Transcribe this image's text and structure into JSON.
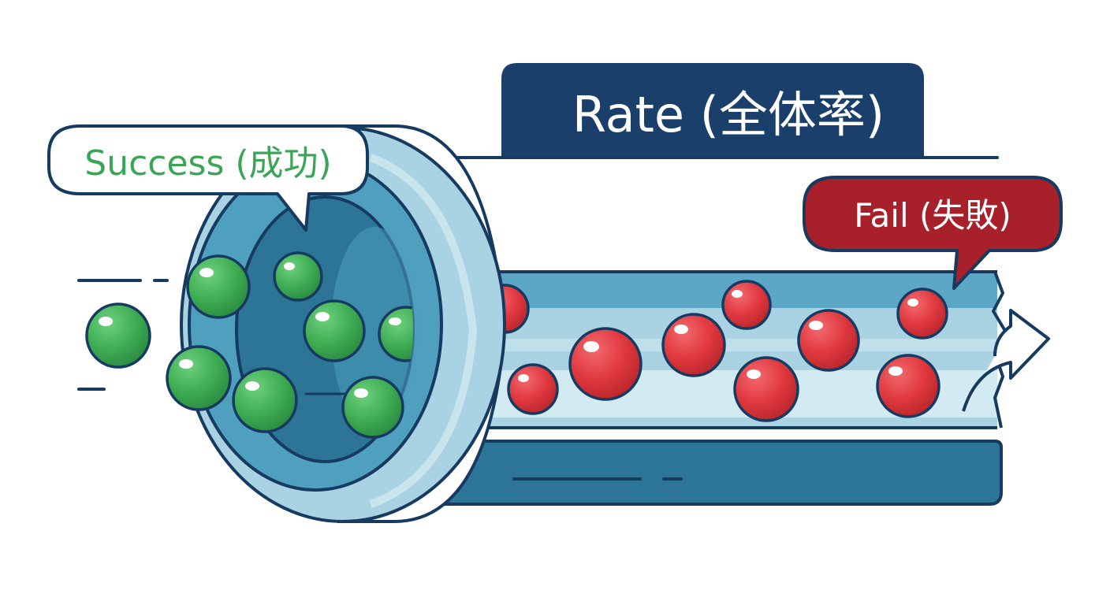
{
  "labels": {
    "rate": "Rate (全体率)",
    "success": "Success (成功)",
    "fail": "Fail (失敗)"
  },
  "colors": {
    "navy": "#1a3f6b",
    "outline": "#173a60",
    "tube_light": "#a9d3e2",
    "tube_mid": "#4f9fbf",
    "tube_dark": "#2c7596",
    "tube_pale": "#d6ecf3",
    "success_green": "#3aa555",
    "ball_green": "#3fae54",
    "fail_red": "#a8212a",
    "ball_red": "#e0393f"
  }
}
